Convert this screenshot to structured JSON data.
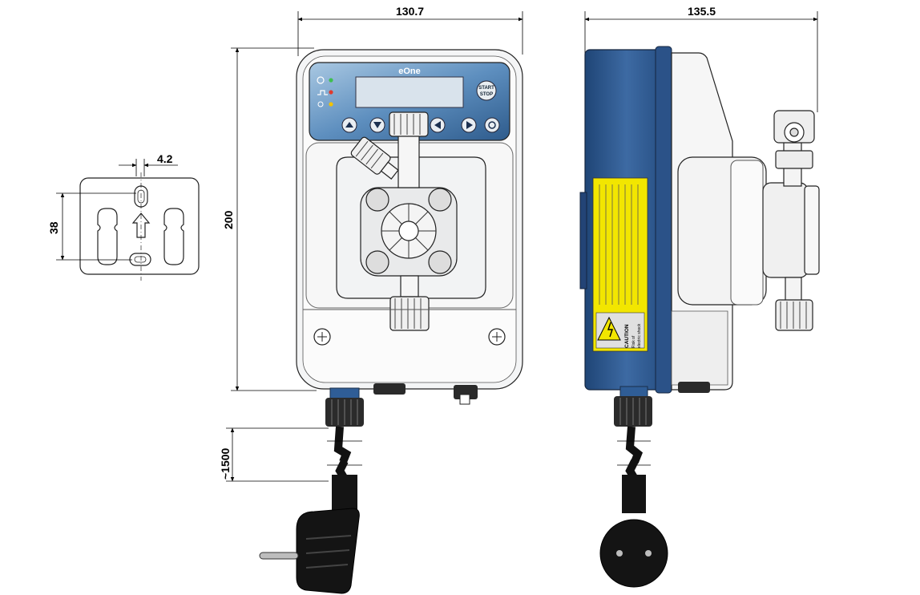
{
  "front_view": {
    "brand": "eOne",
    "start_stop": [
      "START",
      "STOP"
    ],
    "dim_width": "130.7",
    "dim_height": "200",
    "dim_cable": "~1500"
  },
  "side_view": {
    "dim_width": "135.5",
    "warning_label": "CAUTION",
    "warning_sub": [
      "Risk of",
      "electric shock"
    ]
  },
  "bracket": {
    "dim_slot": "4.2",
    "dim_spacing": "38"
  },
  "colors": {
    "body_blue": "#2f5d96",
    "panel_blue": "#5e8fbf",
    "warning_yellow": "#f2e600",
    "plug_black": "#141414"
  }
}
